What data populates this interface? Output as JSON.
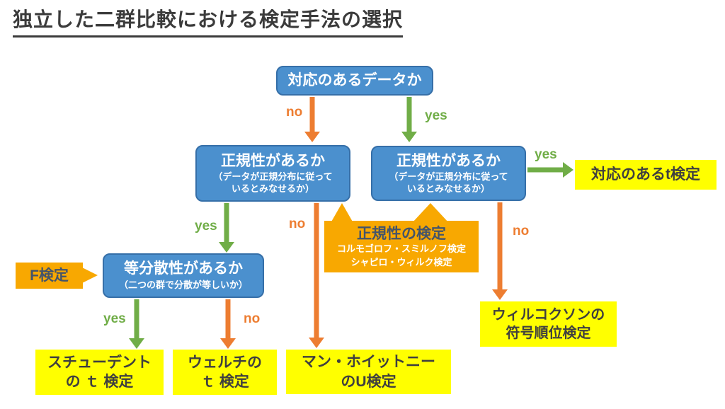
{
  "title": "独立した二群比較における検定手法の選択",
  "colors": {
    "box_blue": "#4b90ce",
    "box_blue_border": "#366fa8",
    "result_yellow": "#ffff00",
    "callout_gold": "#f8a801",
    "arrow_green": "#70ad47",
    "arrow_orange": "#ed7d31",
    "callout_title_navy": "#44546a",
    "text_dark": "#3f3f3f"
  },
  "nodes": {
    "paired": {
      "label": "対応のあるデータか"
    },
    "norm_left": {
      "label": "正規性があるか",
      "sub_line1": "（データが正規分布に従って",
      "sub_line2": "いるとみなせるか）"
    },
    "norm_right": {
      "label": "正規性があるか",
      "sub_line1": "（データが正規分布に従って",
      "sub_line2": "いるとみなせるか）"
    },
    "equal_var": {
      "label": "等分散性があるか",
      "sub": "（二つの群で分散が等しいか）"
    }
  },
  "results": {
    "paired_t": {
      "label": "対応のあるt検定"
    },
    "student": {
      "line1": "スチューデント",
      "line2": "の ｔ 検定"
    },
    "welch": {
      "line1": "ウェルチの",
      "line2": "ｔ 検定"
    },
    "mann_whitney": {
      "line1": "マン・ホイットニー",
      "line2": "のU検定"
    },
    "wilcoxon": {
      "line1": "ウィルコクソンの",
      "line2": "符号順位検定"
    }
  },
  "callouts": {
    "normality": {
      "title": "正規性の検定",
      "line1": "コルモゴロフ・スミルノフ検定",
      "line2": "シャピロ・ウィルク検定"
    },
    "f_test": {
      "label": "F検定"
    }
  },
  "edges": {
    "paired_no": "no",
    "paired_yes": "yes",
    "norm_right_yes": "yes",
    "norm_right_no": "no",
    "norm_left_yes": "yes",
    "norm_left_no": "no",
    "equal_var_yes": "yes",
    "equal_var_no": "no"
  }
}
